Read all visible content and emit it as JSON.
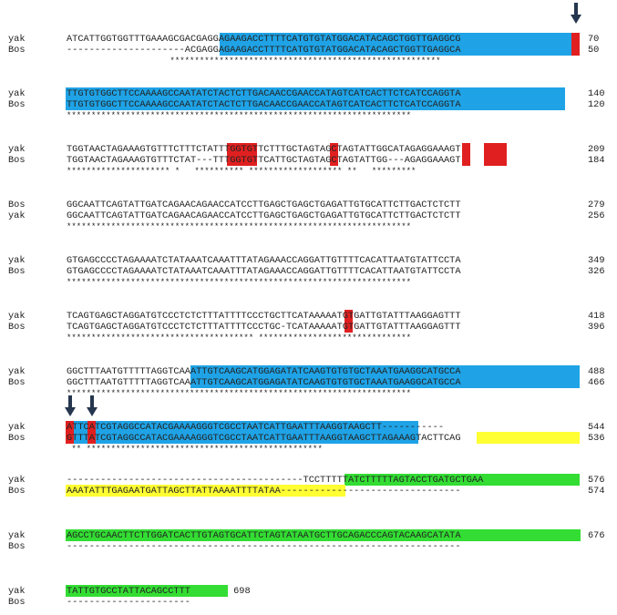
{
  "colors": {
    "exon_blue": "#1fa3e6",
    "mismatch_red": "#e02020",
    "insert_yellow": "#ffff33",
    "insert_green": "#33dd33",
    "arrow": "#25364e"
  },
  "arrow_icon": "down-arrow-icon",
  "blocks": [
    {
      "top": {
        "name": "yak",
        "seq": "ATCATTGGTGGTTTGAAAGCGACGAGGAGAAGACCTTTTCATGTGTATGGACATACAGCTGGTTGAGGCG",
        "num": "70"
      },
      "bottom": {
        "name": "Bos",
        "seq": "---------------------ACGAGGAGAAGACCTTTTCATGTGTATGGACATACAGCTGGTTGAGGCA",
        "num": "50"
      },
      "cons": "                     *******************************************************"
    },
    {
      "top": {
        "name": "yak",
        "seq": "TTGTGTGGCTTCCAAAAGCCAATATCTACTCTTGACAACCGAACCATAGTCATCACTTCTCATCCAGGTA",
        "num": "140"
      },
      "bottom": {
        "name": "Bos",
        "seq": "TTGTGTGGCTTCCAAAAGCCAATATCTACTCTTGACAACCGAACCATAGTCATCACTTCTCATCCAGGTA",
        "num": "120"
      },
      "cons": "**********************************************************************"
    },
    {
      "top": {
        "name": "yak",
        "seq": "TGGTAACTAGAAAGTGTTTCTTTCTATTTGGTGTTCTTTGCTAGTAGCTAGTATTGGCATAGAGGAAAGT",
        "num": "209"
      },
      "bottom": {
        "name": "Bos",
        "seq": "TGGTAACTAGAAAGTGTTTCTAT---TTTGGTGTTCATTGCTAGTAGCTAGTATTGG---AGAGGAAAGT",
        "num": "184"
      },
      "cons": "********************* *   ********** ******************* **   *********"
    },
    {
      "top": {
        "name": "Bos",
        "seq": "GGCAATTCAGTATTGATCAGAACAGAACCATCCTTGAGCTGAGCTGAGATTGTGCATTCTTGACTCTCTT",
        "num": "279"
      },
      "bottom": {
        "name": "yak",
        "seq": "GGCAATTCAGTATTGATCAGAACAGAACCATCCTTGAGCTGAGCTGAGATTGTGCATTCTTGACTCTCTT",
        "num": "256"
      },
      "cons": "**********************************************************************"
    },
    {
      "top": {
        "name": "yak",
        "seq": "GTGAGCCCCTAGAAAATCTATAAATCAAATTTATAGAAACCAGGATTGTTTTCACATTAATGTATTCCTA",
        "num": "349"
      },
      "bottom": {
        "name": "Bos",
        "seq": "GTGAGCCCCTAGAAAATCTATAAATCAAATTTATAGAAACCAGGATTGTTTTCACATTAATGTATTCCTA",
        "num": "326"
      },
      "cons": "**********************************************************************"
    },
    {
      "top": {
        "name": "yak",
        "seq": "TCAGTGAGCTAGGATGTCCCTCTCTTTATTTTCCCTGCTTCATAAAAATGTGATTGTATTTAAGGAGTTT",
        "num": "418"
      },
      "bottom": {
        "name": "Bos",
        "seq": "TCAGTGAGCTAGGATGTCCCTCTCTTTATTTTCCCTGC-TCATAAAAATGTGATTGTATTTAAGGAGTTT",
        "num": "396"
      },
      "cons": "************************************** *******************************"
    },
    {
      "top": {
        "name": "yak",
        "seq": "GGCTTTAATGTTTTTAGGTCAAATTGTCAAGCATGGAGATATCAAGTGTGTGCTAAATGAAGGCATGCCA",
        "num": "488"
      },
      "bottom": {
        "name": "Bos",
        "seq": "GGCTTTAATGTTTTTAGGTCAAATTGTCAAGCATGGAGATATCAAGTGTGTGCTAAATGAAGGCATGCCA",
        "num": "466"
      },
      "cons": "**********************************************************************"
    },
    {
      "top": {
        "name": "yak",
        "seq": "ATTCATCGTAGGCCATACGAAAAGGGTCGCCTAATCATTGAATTTAAGGTAAGCTT-----------",
        "num": "544"
      },
      "bottom": {
        "name": "Bos",
        "seq": "GTTTATCGTAGGCCATACGAAAAGGGTCGCCTAATCATTGAATTTAAGGTAAGCTTAGAAAGTACTTCAG",
        "num": "536"
      },
      "cons": " ** ************************************************"
    },
    {
      "top": {
        "name": "yak",
        "seq": "------------------------------------------TCCTTTTTATCTTTTTAGTACCTGATGCTGAA",
        "num": "576"
      },
      "bottom": {
        "name": "Bos",
        "seq": "AAATATTTGAGAATGATTAGCTTATTAAAATTTTATAA--------------------------------",
        "num": "574"
      },
      "cons": ""
    },
    {
      "top": {
        "name": "yak",
        "seq": "AGCCTGCAACTTCTTGGATCACTTGTAGTGCATTCTAGTATAATGCTTGCAGACCCAGTACAAGCATATA",
        "num": "676"
      },
      "bottom": {
        "name": "Bos",
        "seq": "----------------------------------------------------------------------",
        "num": ""
      },
      "cons": ""
    },
    {
      "top": {
        "name": "yak",
        "seq": "TATTGTGCCTATTACAGCCTTT",
        "num": "698"
      },
      "bottom": {
        "name": "Bos",
        "seq": "----------------------",
        "num": ""
      },
      "cons": ""
    }
  ]
}
